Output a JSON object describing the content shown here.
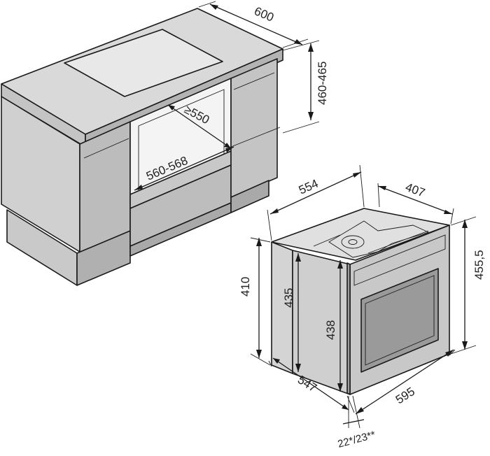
{
  "dimensions": {
    "cabinet_width": "600",
    "cabinet_depth": "460-465",
    "niche_depth": "≥550",
    "niche_width": "560-568",
    "oven_width_top": "554",
    "oven_depth_top": "407",
    "oven_height_front": "455,5",
    "oven_height_side": "410",
    "oven_inner_435": "435",
    "oven_inner_438": "438",
    "oven_depth_side": "547",
    "oven_width_front": "595",
    "front_thickness": "22*/23**"
  },
  "colors": {
    "cabinet_light": "#d9d9d9",
    "cabinet_mid": "#bdbdbd",
    "cabinet_dark": "#a9a9a9",
    "hob": "#e6e6e6",
    "oven_body": "#c8c8c8",
    "oven_window": "#9a9a9a",
    "line": "#1a1a1a"
  }
}
